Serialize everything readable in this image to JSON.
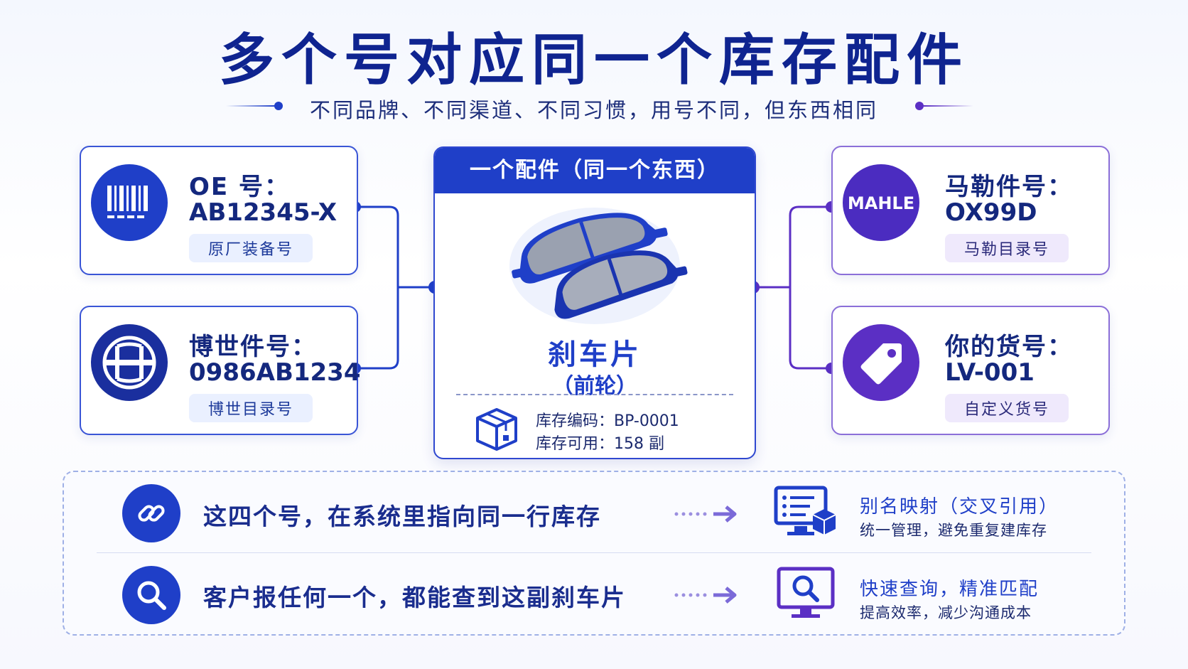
{
  "title": "多个号对应同一个库存配件",
  "subtitle": "不同品牌、不同渠道、不同习惯，用号不同，但东西相同",
  "left_cards": [
    {
      "label": "OE 号：",
      "number": "AB12345-X",
      "tag": "原厂装备号",
      "icon": "barcode-icon"
    },
    {
      "label": "博世件号：",
      "number": "0986AB1234",
      "tag": "博世目录号",
      "icon": "bosch-logo-icon"
    }
  ],
  "right_cards": [
    {
      "label": "马勒件号：",
      "number": "OX99D",
      "tag": "马勒目录号",
      "icon": "mahle-logo-icon",
      "logo_text": "MAHLE"
    },
    {
      "label": "你的货号：",
      "number": "LV-001",
      "tag": "自定义货号",
      "icon": "price-tag-icon"
    }
  ],
  "center": {
    "header": "一个配件（同一个东西）",
    "part_name": "刹车片",
    "part_sub": "（前轮）",
    "stock_code": "库存编码：BP-0001",
    "stock_available": "库存可用：158 副",
    "image": "brake-pads-image",
    "stock_icon": "box-icon"
  },
  "bottom_rows": [
    {
      "icon": "link-icon",
      "text": "这四个号，在系统里指向同一行库存",
      "right_icon": "monitor-list-box-icon",
      "right_title": "别名映射（交叉引用）",
      "right_sub": "统一管理，避免重复建库存"
    },
    {
      "icon": "search-icon",
      "text": "客户报任何一个，都能查到这副刹车片",
      "right_icon": "monitor-search-icon",
      "right_title": "快速查询，精准匹配",
      "right_sub": "提高效率，减少沟通成本"
    }
  ],
  "colors": {
    "primary_blue": "#1f3fc8",
    "navy": "#0f2490",
    "purple": "#5b2fc4",
    "light_purple": "#8b6fd8"
  }
}
